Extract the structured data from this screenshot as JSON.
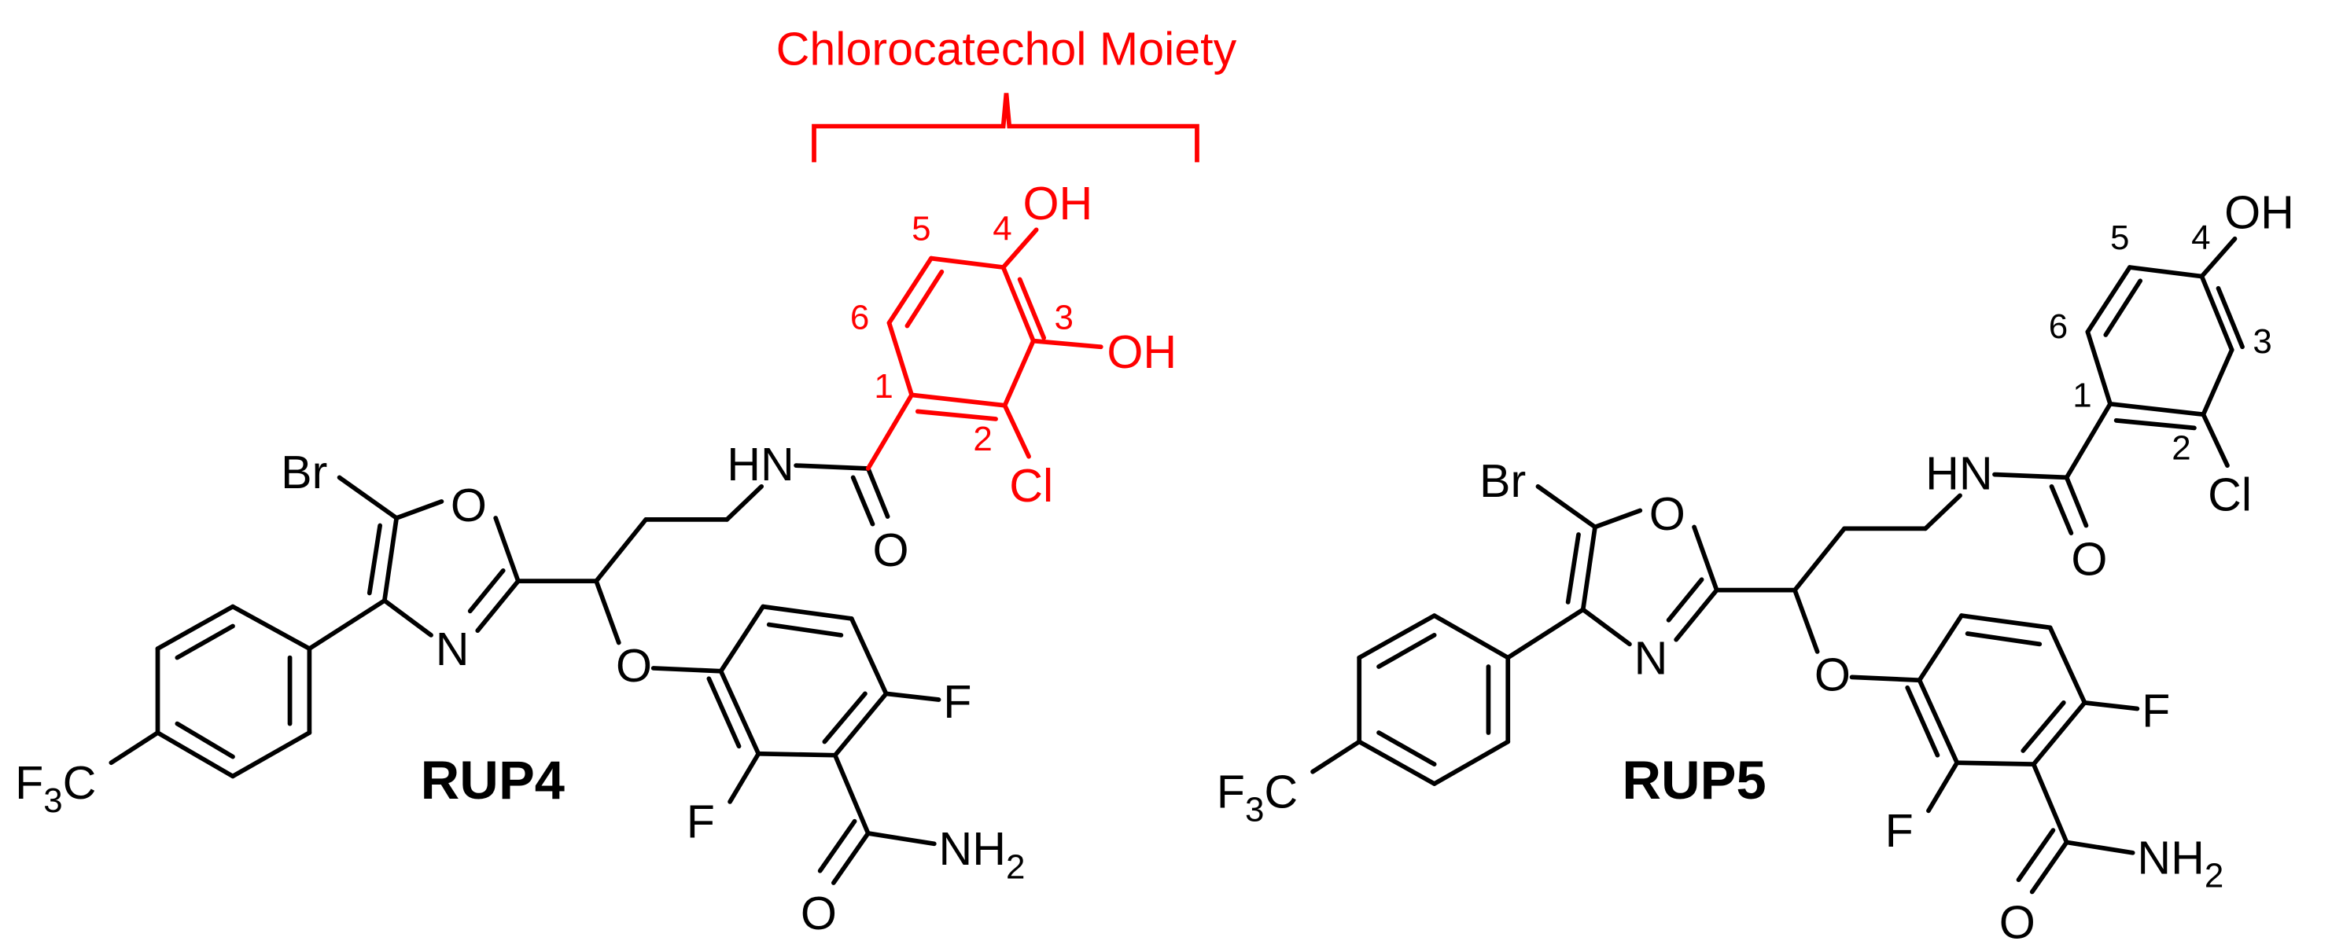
{
  "annotation": {
    "title": "Chlorocatechol Moiety",
    "color": "#ff0000"
  },
  "colors": {
    "highlight": "#ff0000",
    "structure": "#000000"
  },
  "molecules": [
    {
      "name": "RUP4",
      "atoms": {
        "br": "Br",
        "o_ring": "O",
        "n_ring": "N",
        "o_ether": "O",
        "cf3_f": "F",
        "cf3_sub": "3",
        "cf3_c": "C",
        "f_top": "F",
        "f_bottom": "F",
        "nh2_text": "NH",
        "nh2_sub": "2",
        "amide_o": "O",
        "hn": "HN",
        "carbonyl_o": "O",
        "cl": "Cl",
        "oh_top": "OH",
        "oh_right": "OH"
      },
      "positions": [
        "1",
        "2",
        "3",
        "4",
        "5",
        "6"
      ]
    },
    {
      "name": "RUP5",
      "atoms": {
        "br": "Br",
        "o_ring": "O",
        "n_ring": "N",
        "o_ether": "O",
        "cf3_f": "F",
        "cf3_sub": "3",
        "cf3_c": "C",
        "f_top": "F",
        "f_bottom": "F",
        "nh2_text": "NH",
        "nh2_sub": "2",
        "amide_o": "O",
        "hn": "HN",
        "carbonyl_o": "O",
        "cl": "Cl",
        "oh_top": "OH"
      },
      "positions": [
        "1",
        "2",
        "3",
        "4",
        "5",
        "6"
      ]
    }
  ]
}
